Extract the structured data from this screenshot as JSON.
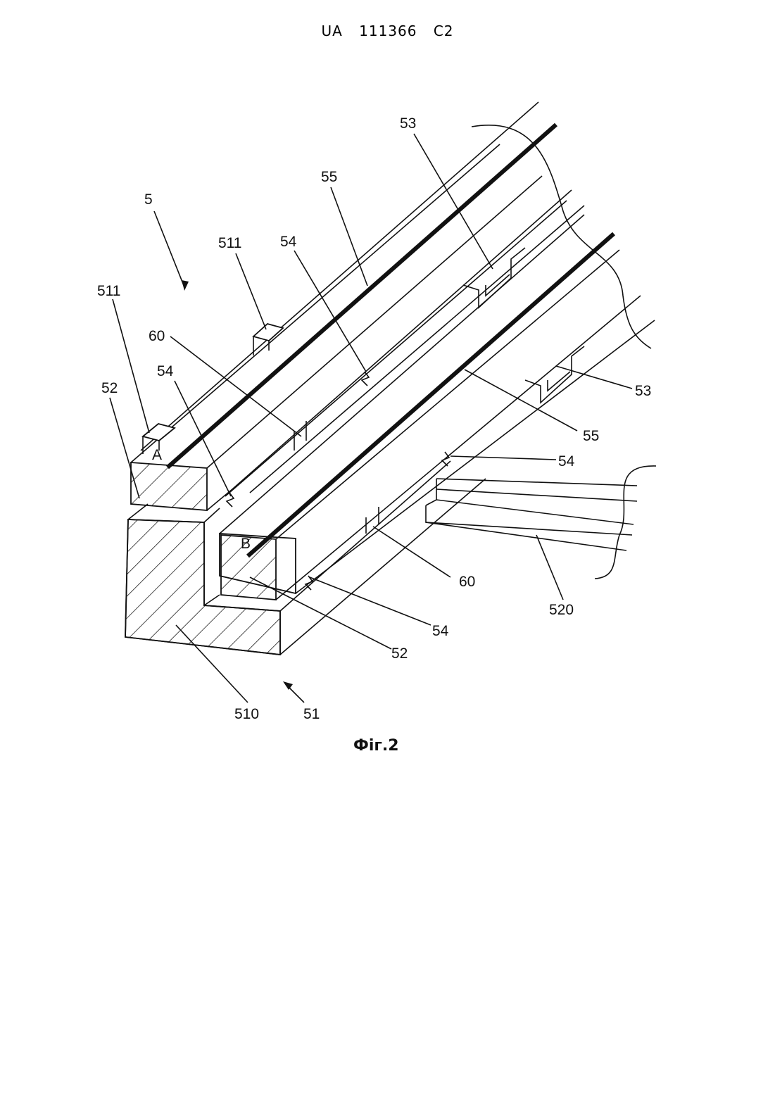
{
  "header": {
    "country": "UA",
    "number": "111366",
    "kind": "C2"
  },
  "figure": {
    "caption": "Фіг.2",
    "labels": {
      "l5": "5",
      "l511a": "511",
      "l511b": "511",
      "l52a": "52",
      "l52b": "52",
      "l53a": "53",
      "l53b": "53",
      "l54a": "54",
      "l54b": "54",
      "l54c": "54",
      "l54d": "54",
      "l55a": "55",
      "l55b": "55",
      "l60a": "60",
      "l60b": "60",
      "l510": "510",
      "l51": "51",
      "l520": "520",
      "lA": "A",
      "lB": "B"
    }
  }
}
